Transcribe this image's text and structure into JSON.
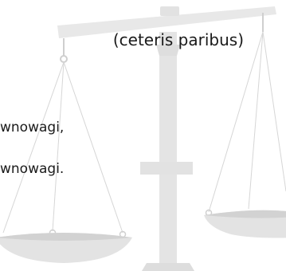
{
  "slide": {
    "heading_fragment": "(ceteris paribus)",
    "body_lines": [
      "wnowagi,",
      "wnowagi."
    ]
  },
  "graphic": {
    "name": "balance-scale-icon",
    "color_light": "#e6e6e6",
    "color_mid": "#d9d9d9",
    "color_string": "#cfcfcf"
  }
}
